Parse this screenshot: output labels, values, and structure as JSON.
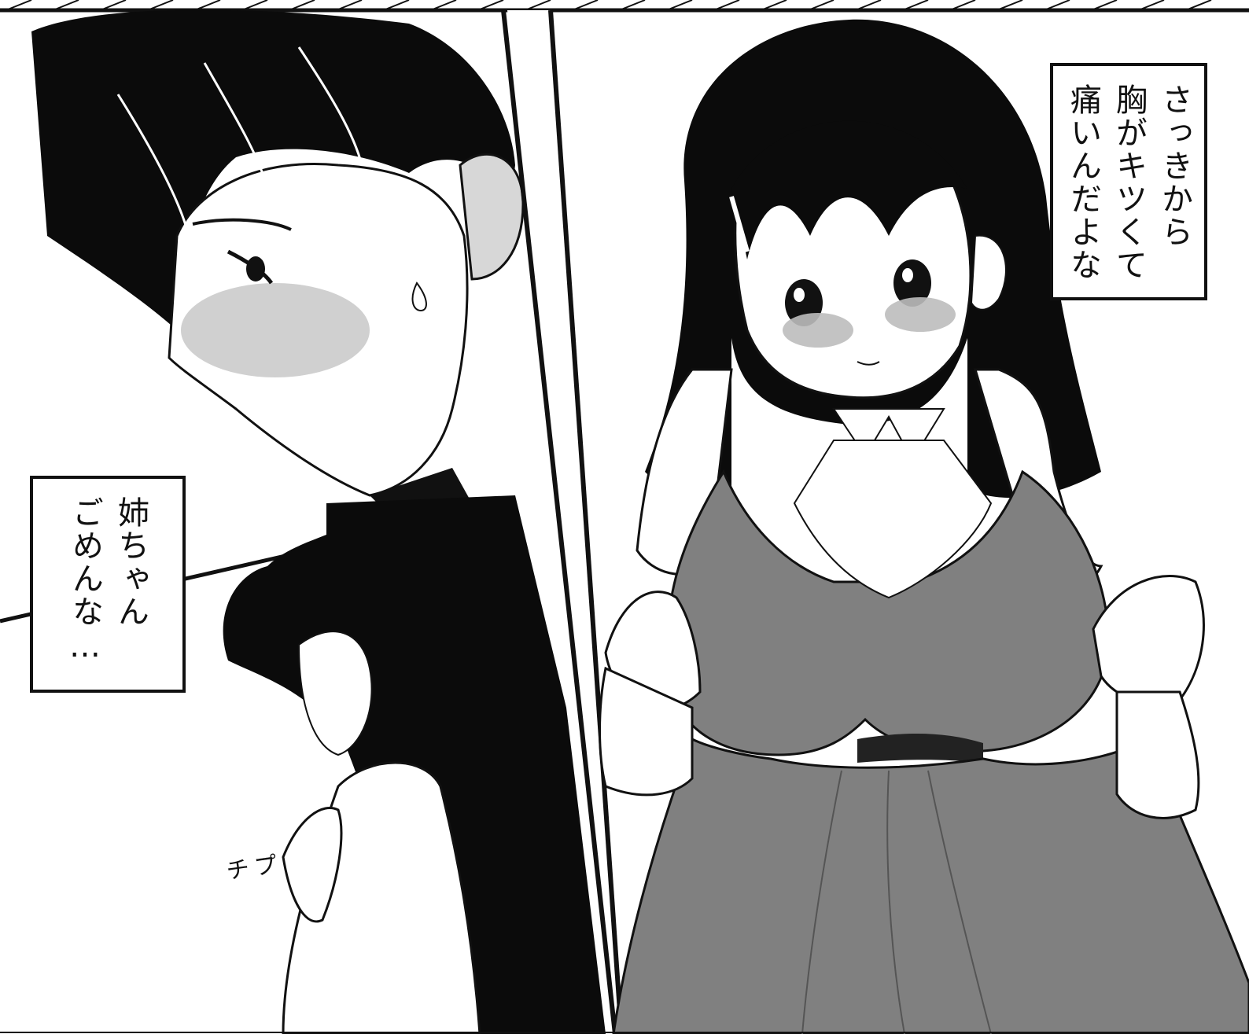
{
  "manga_page": {
    "panel_right": {
      "caption": {
        "lines": [
          "さっきから",
          "胸がキツくて",
          "痛いんだよな"
        ]
      }
    },
    "panel_left": {
      "caption": {
        "lines": [
          "姉ちゃん",
          "ごめんな…"
        ]
      },
      "sound_effect": {
        "lines": [
          "プ",
          "チ"
        ]
      }
    }
  }
}
